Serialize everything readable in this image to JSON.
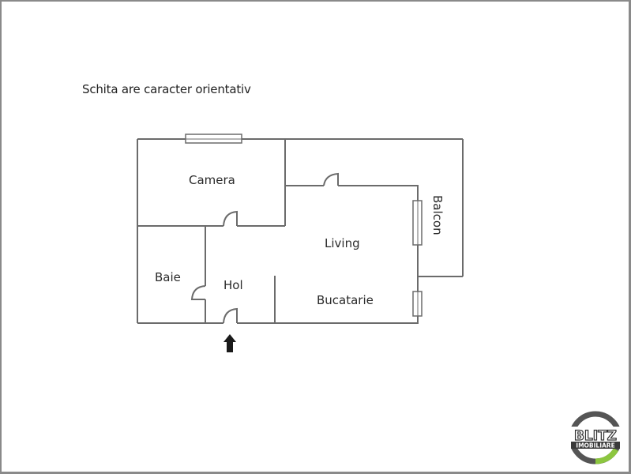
{
  "note": "Schita are caracter orientativ",
  "rooms": {
    "camera": "Camera",
    "living": "Living",
    "balcon": "Balcon",
    "baie": "Baie",
    "hol": "Hol",
    "bucatarie": "Bucatarie"
  },
  "logo": {
    "line1": "BLITZ",
    "line2": "IMOBILIARE",
    "ring_color": "#555555",
    "accent_color": "#8cc63f"
  },
  "colors": {
    "wall": "#6b6b6b",
    "text": "#2a2a2a",
    "frame": "#8a8a8a"
  }
}
